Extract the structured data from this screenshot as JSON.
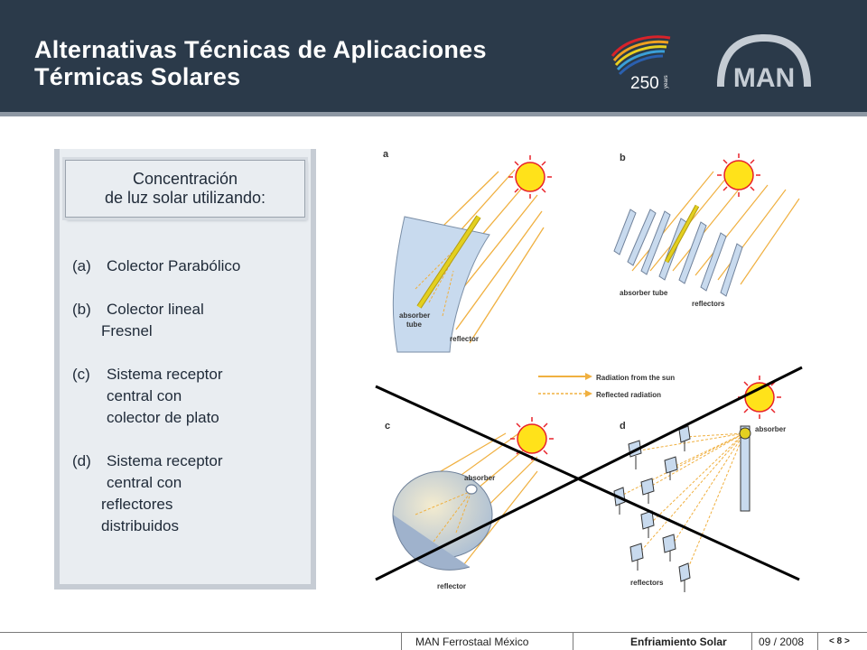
{
  "slide": {
    "title_line1": "Alternativas Técnicas de Aplicaciones",
    "title_line2": "Térmicas Solares",
    "logo_250_text": "250",
    "logo_250_small": "years",
    "logo_man_text": "MAN"
  },
  "panel": {
    "heading_line1": "Concentración",
    "heading_line2": "de luz solar utilizando:",
    "items": [
      {
        "label": "(a)",
        "lines": [
          "Colector Parabólico"
        ]
      },
      {
        "label": "(b)",
        "lines": [
          "Colector lineal",
          "Fresnel"
        ]
      },
      {
        "label": "(c)",
        "lines": [
          "Sistema receptor",
          "central con",
          "colector de plato"
        ]
      },
      {
        "label": "(d)",
        "lines": [
          "Sistema receptor",
          "central con",
          "reflectores",
          "distribuidos"
        ]
      }
    ]
  },
  "figure": {
    "panel_a": {
      "letter": "a",
      "absorber_line1": "absorber",
      "absorber_line2": "tube",
      "reflector": "reflector"
    },
    "panel_b": {
      "letter": "b",
      "absorber": "absorber tube",
      "reflectors": "reflectors"
    },
    "legend": {
      "direct": "Radiation from the sun",
      "reflected": "Reflected radiation"
    },
    "panel_c": {
      "letter": "c",
      "absorber": "absorber",
      "reflector": "reflector"
    },
    "panel_d": {
      "letter": "d",
      "absorber": "absorber",
      "reflectors": "reflectors"
    },
    "colors": {
      "sun_fill": "#ffe21a",
      "sun_ray": "#e8222a",
      "radiation": "#f0b040",
      "mirror": "#c8daee",
      "absorber": "#e3d020"
    }
  },
  "footer": {
    "company": "MAN Ferrostaal México",
    "topic": "Enfriamiento Solar",
    "date": "09 /  2008",
    "page": "< 8 >"
  }
}
